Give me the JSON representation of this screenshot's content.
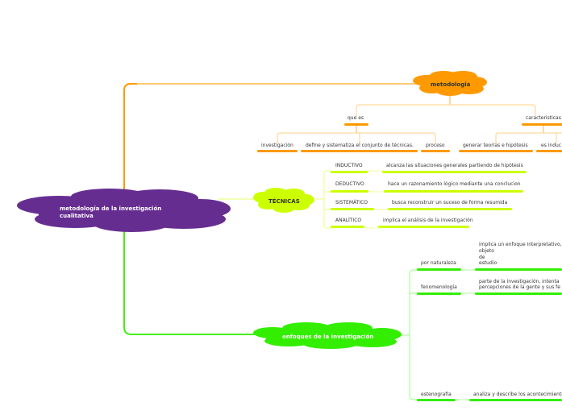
{
  "colors": {
    "root": "#662d91",
    "metodologia": "#ff9900",
    "tecnicas": "#ccff00",
    "enfoques": "#33ee00"
  },
  "root": {
    "label": "metodología de la investigación cualitativa"
  },
  "metodologia": {
    "label": "metodologia",
    "que_es": {
      "label": "que es",
      "children": [
        "investigación",
        "define y sistematiza el conjunto de técnicas.",
        "proceso"
      ]
    },
    "caracteristicas": {
      "label": "caracteristicas",
      "children": [
        "generar teorías e hipótesis",
        "es induc"
      ]
    }
  },
  "tecnicas": {
    "label": "TÉCNICAS",
    "items": [
      {
        "name": "INDUCTIVO",
        "desc": "alcanza las situaciones generales partiendo de hipótesis"
      },
      {
        "name": "DEDUCTIVO",
        "desc": "hace un razonamiento lógico mediante una conclucion"
      },
      {
        "name": "SISTEMÁTICO",
        "desc": "busca reconstruir un suceso de forma resumida"
      },
      {
        "name": "ANALÍTICO",
        "desc": "implica el análisis de la investigación"
      }
    ]
  },
  "enfoques": {
    "label": "enfoques de la investigación",
    "items": [
      {
        "name": "por naturaleza",
        "desc_lines": [
          "implica un enfoque interpretativo,",
          "objeto",
          "de",
          "estudio"
        ]
      },
      {
        "name": "fenomenología",
        "desc_lines": [
          "parte de la investigación, intenta",
          "percepciones de la gente y sus fe"
        ]
      },
      {
        "name": "estenografía",
        "desc_lines": [
          "analiza y describe los acontecimiento"
        ]
      }
    ]
  }
}
